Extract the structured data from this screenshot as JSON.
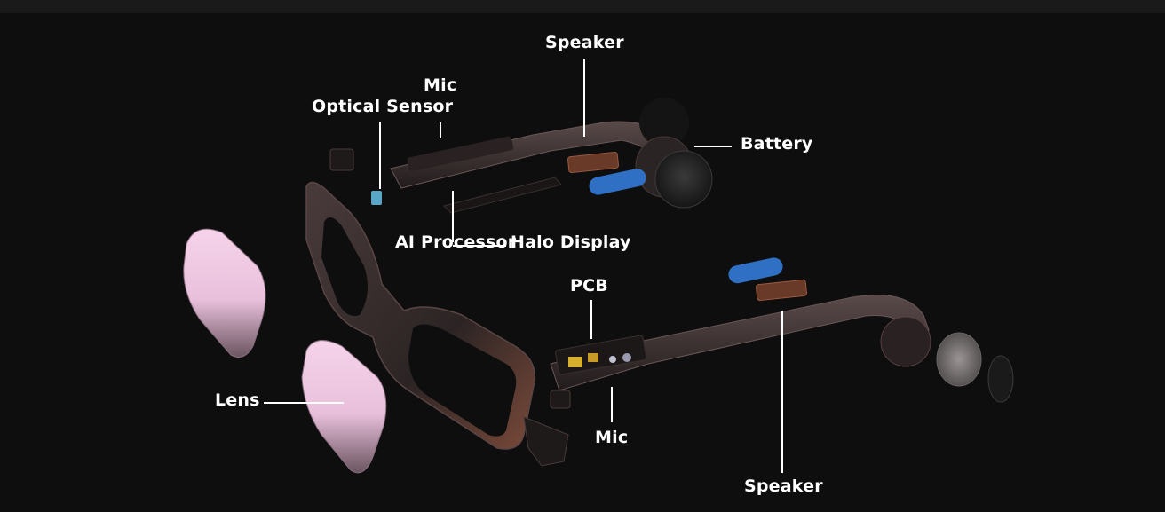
{
  "labels": {
    "speaker_top": "Speaker",
    "mic_top": "Mic",
    "optical_sensor": "Optical Sensor",
    "battery": "Battery",
    "ai_processor": "AI Processor",
    "halo_display": "Halo Display",
    "pcb": "PCB",
    "lens": "Lens",
    "mic_bottom": "Mic",
    "speaker_bottom": "Speaker"
  },
  "colors": {
    "background": "#0e0e0f",
    "frame": "#3a2f2f",
    "lens_tint": "#f4cfe6",
    "battery_pad": "#2f6fc4",
    "label_text": "#ffffff"
  }
}
